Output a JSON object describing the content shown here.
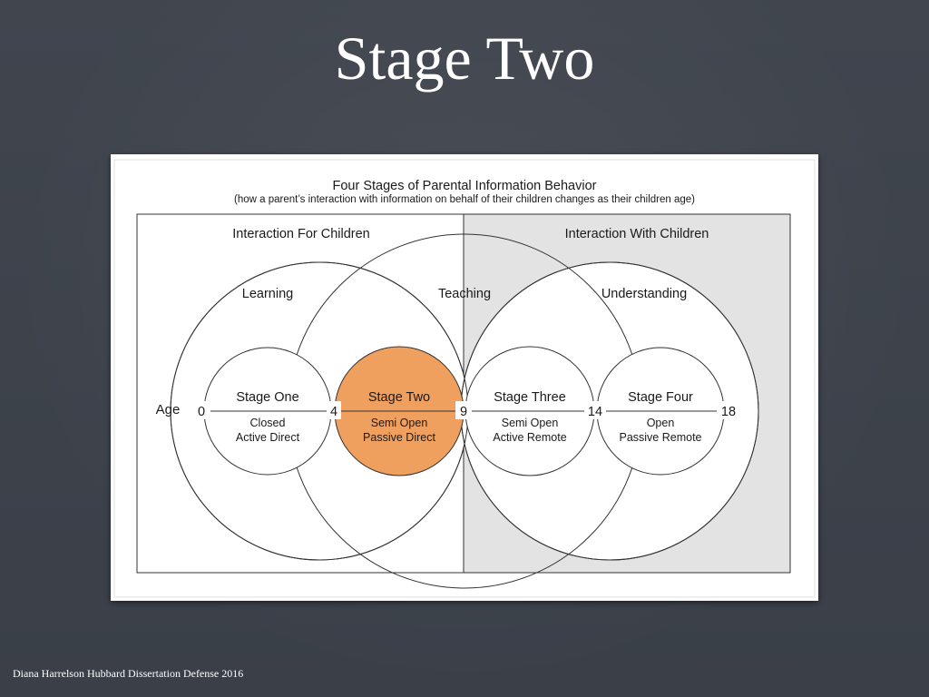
{
  "slide": {
    "title": "Stage Two",
    "footer": "Diana Harrelson Hubbard Dissertation Defense 2016"
  },
  "diagram": {
    "title": "Four Stages of Parental Information Behavior",
    "subtitle": "(how a parent’s interaction with information on behalf of their children changes as their children age)",
    "regions": {
      "left": "Interaction For Children",
      "right": "Interaction With Children"
    },
    "groups": {
      "learning": "Learning",
      "teaching": "Teaching",
      "understanding": "Understanding"
    },
    "axis_label": "Age",
    "ages": [
      "0",
      "4",
      "9",
      "14",
      "18"
    ],
    "stages": [
      {
        "name": "Stage One",
        "line1": "Closed",
        "line2": "Active Direct"
      },
      {
        "name": "Stage Two",
        "line1": "Semi Open",
        "line2": "Passive Direct"
      },
      {
        "name": "Stage Three",
        "line1": "Semi Open",
        "line2": "Active Remote"
      },
      {
        "name": "Stage Four",
        "line1": "Open",
        "line2": "Passive Remote"
      }
    ],
    "highlighted_stage": "Stage Two",
    "colors": {
      "highlight": "#ef9f5e",
      "right_region": "#e3e3e3",
      "background": "#3f444d"
    }
  }
}
